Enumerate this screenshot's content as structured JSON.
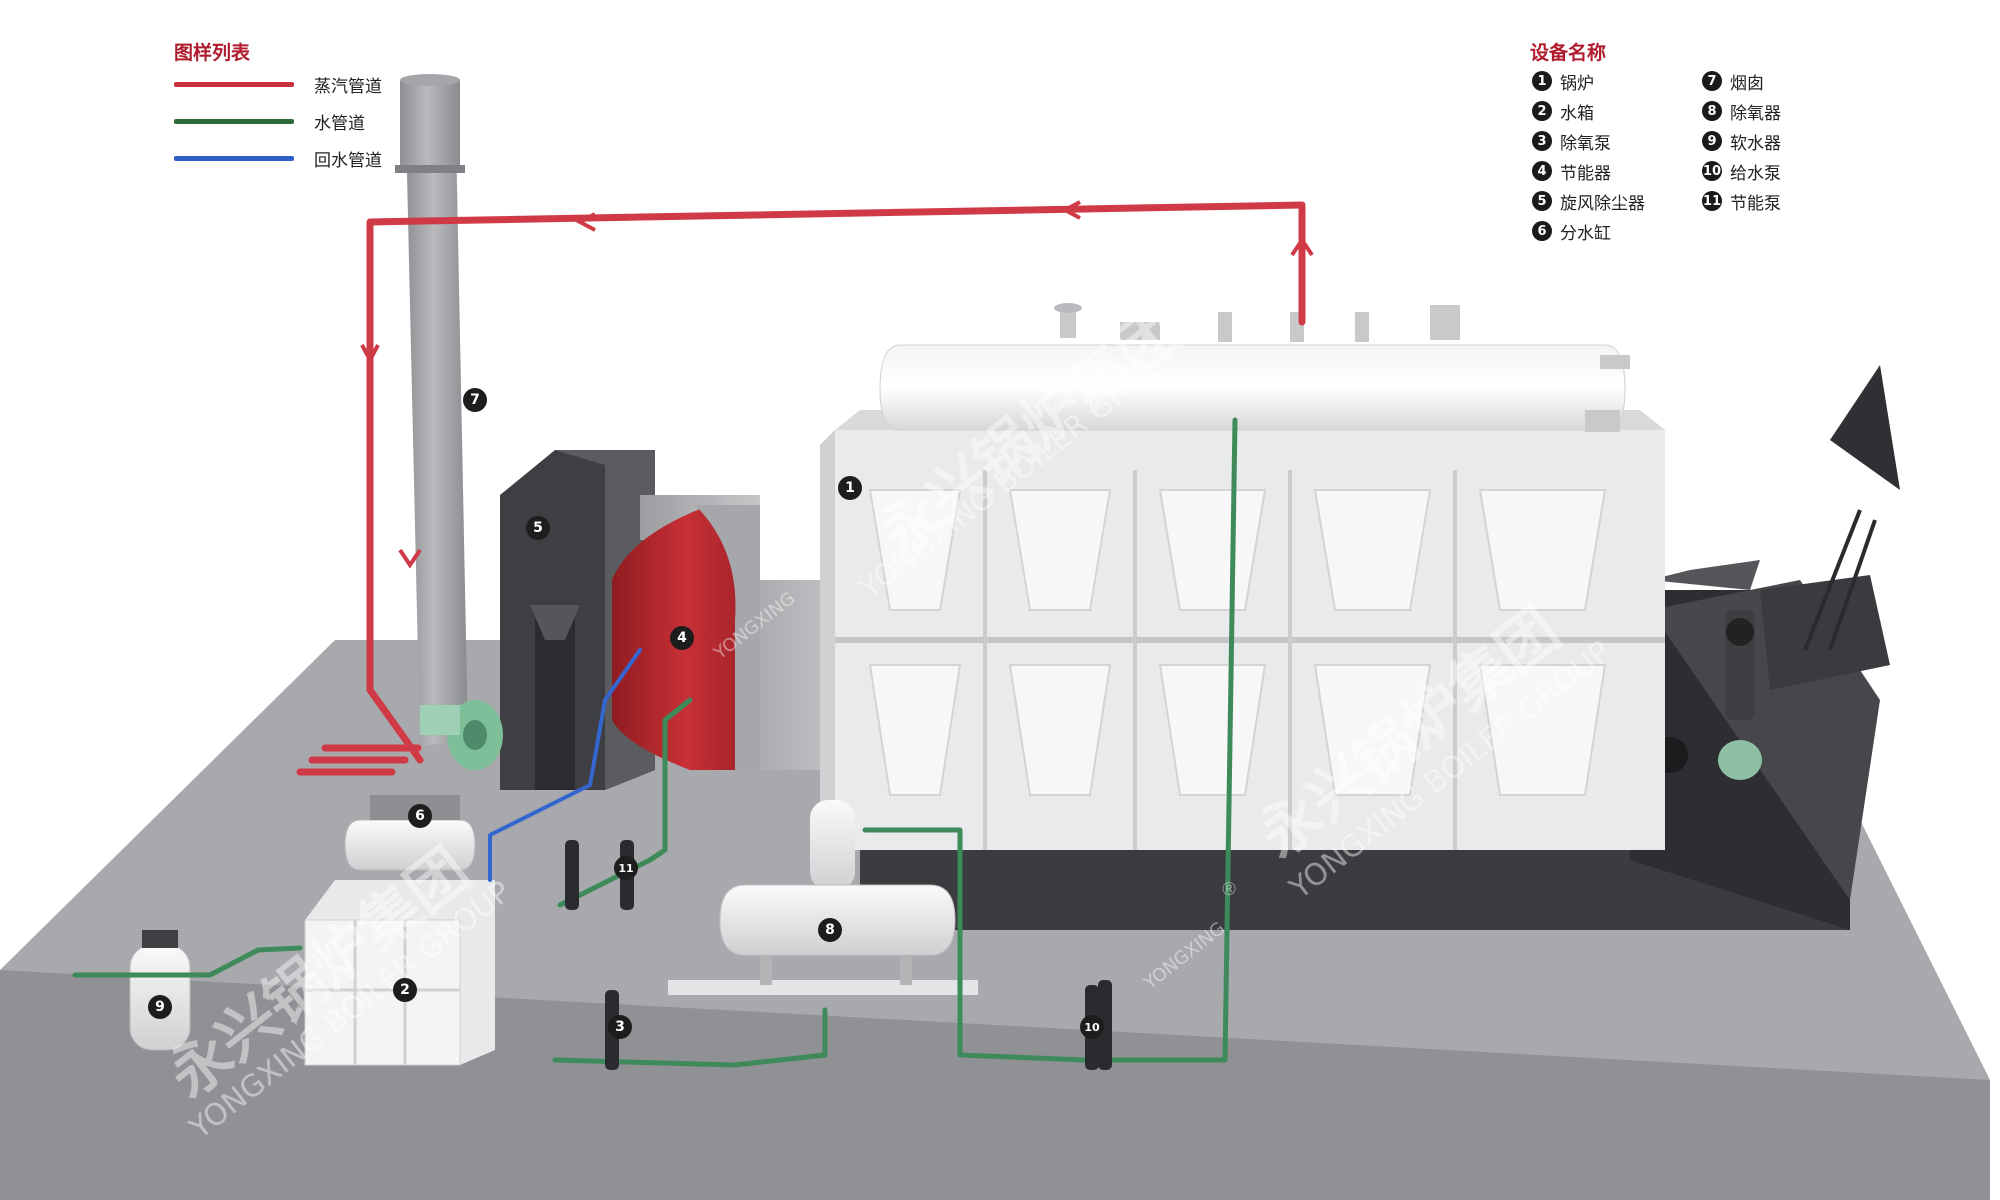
{
  "legend": {
    "title": "图样列表",
    "items": [
      {
        "label": "蒸汽管道",
        "color": "#c8323f"
      },
      {
        "label": "水管道",
        "color": "#2e6b3c"
      },
      {
        "label": "回水管道",
        "color": "#2f5fc4"
      }
    ]
  },
  "equipment": {
    "title": "设备名称",
    "items": [
      {
        "num": "1",
        "name": "锅炉"
      },
      {
        "num": "2",
        "name": "水箱"
      },
      {
        "num": "3",
        "name": "除氧泵"
      },
      {
        "num": "4",
        "name": "节能器"
      },
      {
        "num": "5",
        "name": "旋风除尘器"
      },
      {
        "num": "6",
        "name": "分水缸"
      },
      {
        "num": "7",
        "name": "烟囱"
      },
      {
        "num": "8",
        "name": "除氧器"
      },
      {
        "num": "9",
        "name": "软水器"
      },
      {
        "num": "10",
        "name": "给水泵"
      },
      {
        "num": "11",
        "name": "节能泵"
      }
    ]
  },
  "callouts": [
    "1",
    "2",
    "3",
    "4",
    "5",
    "6",
    "7",
    "8",
    "9",
    "10",
    "11"
  ],
  "watermark": {
    "brand_cn": "永兴锅炉集团",
    "brand_en": "YONGXING BOILER GROUP",
    "logo_text": "YONGXING",
    "registered": "®"
  },
  "colors": {
    "steam": "#d03a47",
    "water": "#3f8a5a",
    "return": "#3566cf",
    "floor": "#a8aaad",
    "economizer": "#b2262c"
  }
}
